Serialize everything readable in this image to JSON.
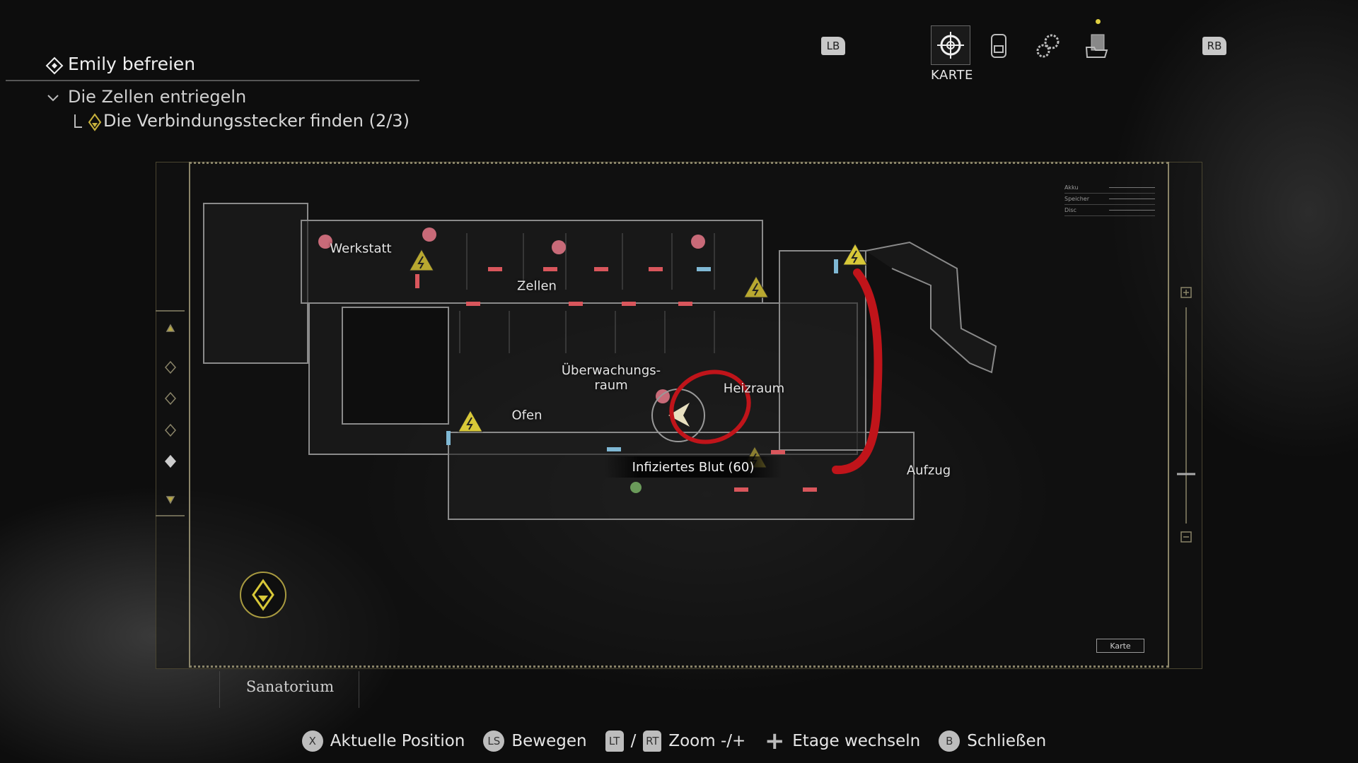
{
  "quest": {
    "title": "Emily befreien",
    "subtitle": "Die Zellen entriegeln",
    "task": "Die Verbindungsstecker finden (2/3)"
  },
  "tabs": {
    "lb": "LB",
    "rb": "RB",
    "active_label": "KARTE",
    "items": [
      "compass-icon",
      "backpack-icon",
      "gears-icon",
      "files-icon"
    ]
  },
  "map": {
    "rooms": {
      "werkstatt": "Werkstatt",
      "zellen": "Zellen",
      "ueberwachung": "Überwachungs-\nraum",
      "ofen": "Ofen",
      "heizraum": "Heizraum",
      "aufzug": "Aufzug"
    },
    "tooltip": "Infiziertes Blut (60)",
    "legend": [
      "Akku",
      "Speicher",
      "Disc"
    ],
    "karte_button": "Karte",
    "area_name": "Sanatorium",
    "zoom_plus": "+",
    "zoom_minus": "-",
    "colors": {
      "locked_door": "#d9565c",
      "unlocked_door": "#7fb8d4",
      "annotation": "#c0141a",
      "accent": "#c8b23c"
    }
  },
  "controls": [
    {
      "key": "X",
      "label": "Aktuelle Position"
    },
    {
      "key": "LS",
      "label": "Bewegen"
    },
    {
      "key": "LT",
      "label": "/"
    },
    {
      "key": "RT",
      "label": "Zoom -/+"
    },
    {
      "key": "+",
      "label": "Etage wechseln"
    },
    {
      "key": "B",
      "label": "Schließen"
    }
  ]
}
